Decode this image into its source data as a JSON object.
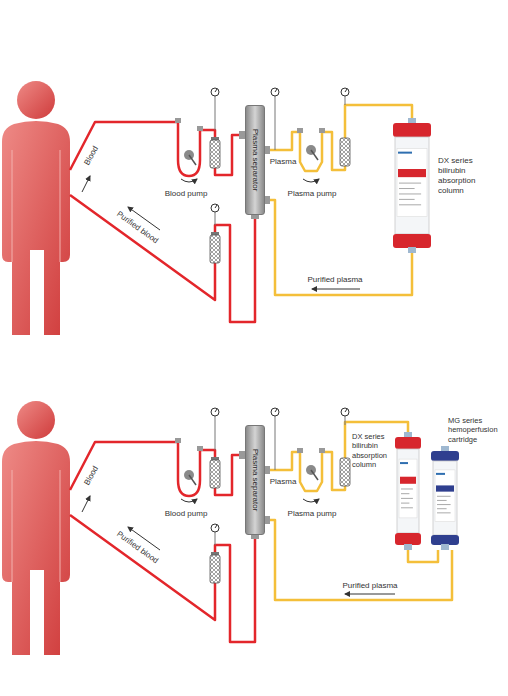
{
  "diagram": {
    "nodes": [
      {
        "text": [
          "Plasma separator"
        ]
      },
      {
        "text": [
          "DX series bilirubin absorption column"
        ]
      },
      {
        "text": [
          "Plasma separator"
        ]
      },
      {
        "text": [
          "DX series bilirubin absorption column"
        ]
      },
      {
        "text": [
          "MG series hemoperfusion cartridge"
        ]
      }
    ],
    "edges": [
      {
        "from": 0,
        "to": 1,
        "arrow": "none"
      },
      {
        "from": 1,
        "to": 0,
        "arrow": "none"
      },
      {
        "from": 2,
        "to": 3,
        "arrow": "none"
      },
      {
        "from": 3,
        "to": 4,
        "arrow": "none"
      },
      {
        "from": 4,
        "to": 2,
        "arrow": "none"
      }
    ],
    "labels": [
      "Blood",
      "Blood pump",
      "Plasma",
      "Plasma pump",
      "Purified blood",
      "Purified plasma",
      "Blood",
      "Blood pump",
      "Plasma",
      "Plasma pump",
      "Purified blood",
      "Purified plasma"
    ]
  }
}
